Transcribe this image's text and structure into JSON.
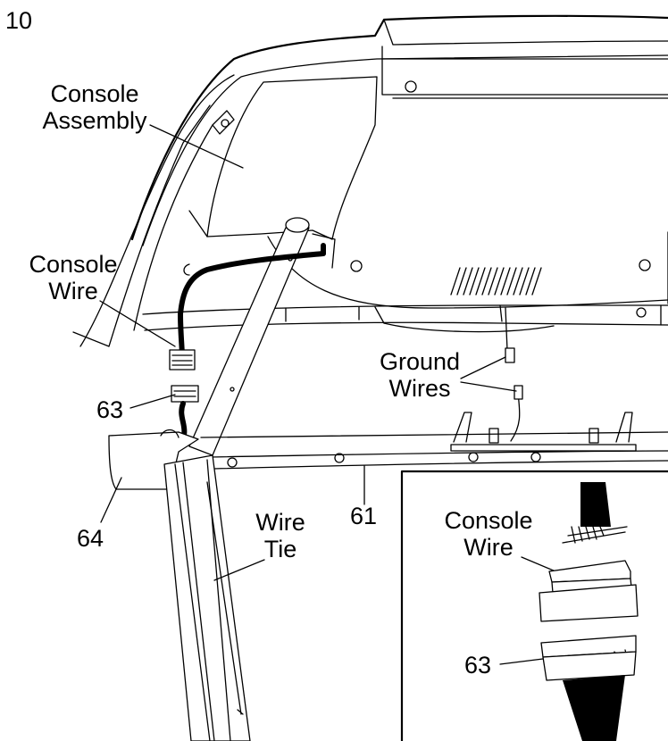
{
  "step_number": "10",
  "labels": {
    "console_assembly": [
      "Console",
      "Assembly"
    ],
    "console_wire": [
      "Console",
      "Wire"
    ],
    "part_63": "63",
    "ground_wires": [
      "Ground",
      "Wires"
    ],
    "part_61": "61",
    "part_64": "64",
    "wire_tie": [
      "Wire",
      "Tie"
    ]
  },
  "inset": {
    "console_wire": [
      "Console",
      "Wire"
    ],
    "part_63": "63"
  }
}
